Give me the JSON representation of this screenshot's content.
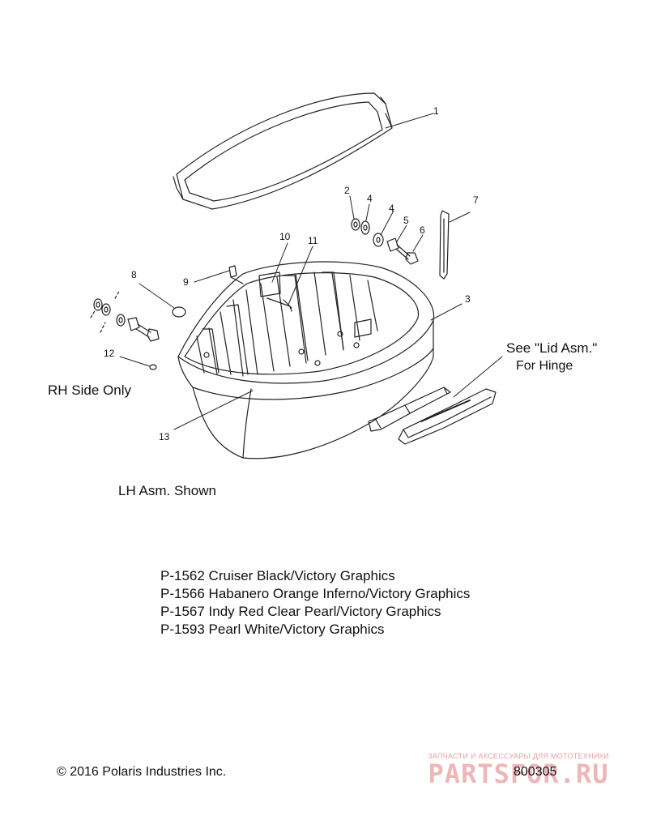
{
  "callouts": [
    "1",
    "2",
    "4",
    "4",
    "5",
    "6",
    "7",
    "10",
    "11",
    "8",
    "9",
    "3",
    "12",
    "13"
  ],
  "notes": {
    "rh_side_only": "RH Side Only",
    "lh_asm_shown": "LH Asm. Shown",
    "see_lid_asm": "See \"Lid Asm.\"",
    "for_hinge": "For Hinge"
  },
  "part_numbers": [
    "P-1562 Cruiser Black/Victory Graphics",
    "P-1566 Habanero Orange Inferno/Victory Graphics",
    "P-1567 Indy Red Clear Pearl/Victory Graphics",
    "P-1593 Pearl White/Victory Graphics"
  ],
  "copyright": "© 2016 Polaris Industries Inc.",
  "diagram_id": "800305",
  "watermark": {
    "tagline": "ЗАПЧАСТИ И АКСЕССУАРЫ ДЛЯ МОТОТЕХНИКИ",
    "logo": "PARTSFOR.RU"
  },
  "colors": {
    "line": "#222222",
    "watermark": "#e8a0a0"
  }
}
